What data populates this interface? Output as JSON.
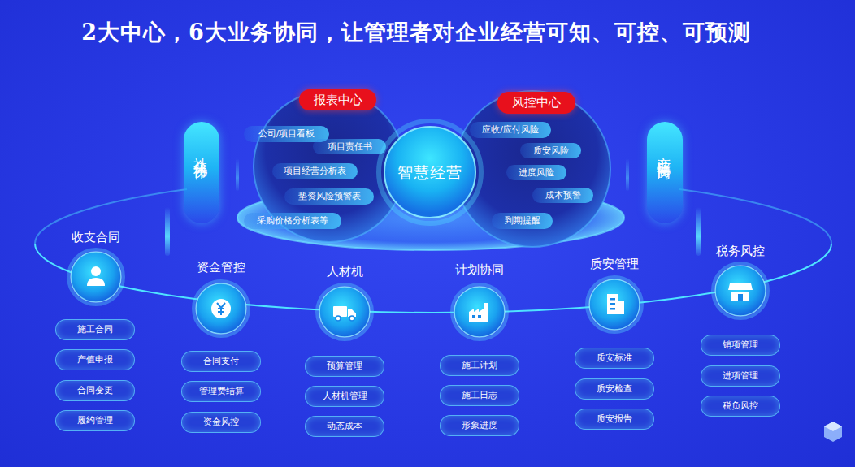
{
  "diagram": {
    "title": "2大中心，6大业务协同，让管理者对企业经营可知、可控、可预测",
    "nodes": [
      {
        "text": [
          "社会化协作"
        ]
      },
      {
        "text": [
          "报表中心"
        ]
      },
      {
        "text": [
          "公司/项目看板"
        ],
        "in": 1
      },
      {
        "text": [
          "项目责任书"
        ],
        "in": 1
      },
      {
        "text": [
          "项目经营分析表"
        ],
        "in": 1
      },
      {
        "text": [
          "垫资风险预警表"
        ],
        "in": 1
      },
      {
        "text": [
          "采购价格分析表等"
        ],
        "in": 1
      },
      {
        "text": [
          "智慧经营"
        ]
      },
      {
        "text": [
          "风控中心"
        ]
      },
      {
        "text": [
          "应收/应付风险"
        ],
        "in": 8
      },
      {
        "text": [
          "质安风险"
        ],
        "in": 8
      },
      {
        "text": [
          "进度风险"
        ],
        "in": 8
      },
      {
        "text": [
          "成本预警"
        ],
        "in": 8
      },
      {
        "text": [
          "到期提醒"
        ],
        "in": 8
      },
      {
        "text": [
          "产业链协同"
        ]
      },
      {
        "text": [
          "收支合同"
        ]
      },
      {
        "text": [
          "施工合同"
        ]
      },
      {
        "text": [
          "产值申报"
        ]
      },
      {
        "text": [
          "合同变更"
        ]
      },
      {
        "text": [
          "履约管理"
        ]
      },
      {
        "text": [
          "资金管控"
        ]
      },
      {
        "text": [
          "合同支付"
        ]
      },
      {
        "text": [
          "管理费结算"
        ]
      },
      {
        "text": [
          "资金风控"
        ]
      },
      {
        "text": [
          "人材机"
        ]
      },
      {
        "text": [
          "预算管理"
        ]
      },
      {
        "text": [
          "人材机管理"
        ]
      },
      {
        "text": [
          "动态成本"
        ]
      },
      {
        "text": [
          "计划协同"
        ]
      },
      {
        "text": [
          "施工计划"
        ]
      },
      {
        "text": [
          "施工日志"
        ]
      },
      {
        "text": [
          "形象进度"
        ]
      },
      {
        "text": [
          "质安管理"
        ]
      },
      {
        "text": [
          "质安标准"
        ]
      },
      {
        "text": [
          "质安检查"
        ]
      },
      {
        "text": [
          "质安报告"
        ]
      },
      {
        "text": [
          "税务风控"
        ]
      },
      {
        "text": [
          "销项管理"
        ]
      },
      {
        "text": [
          "进项管理"
        ]
      },
      {
        "text": [
          "税负风控"
        ]
      }
    ]
  }
}
